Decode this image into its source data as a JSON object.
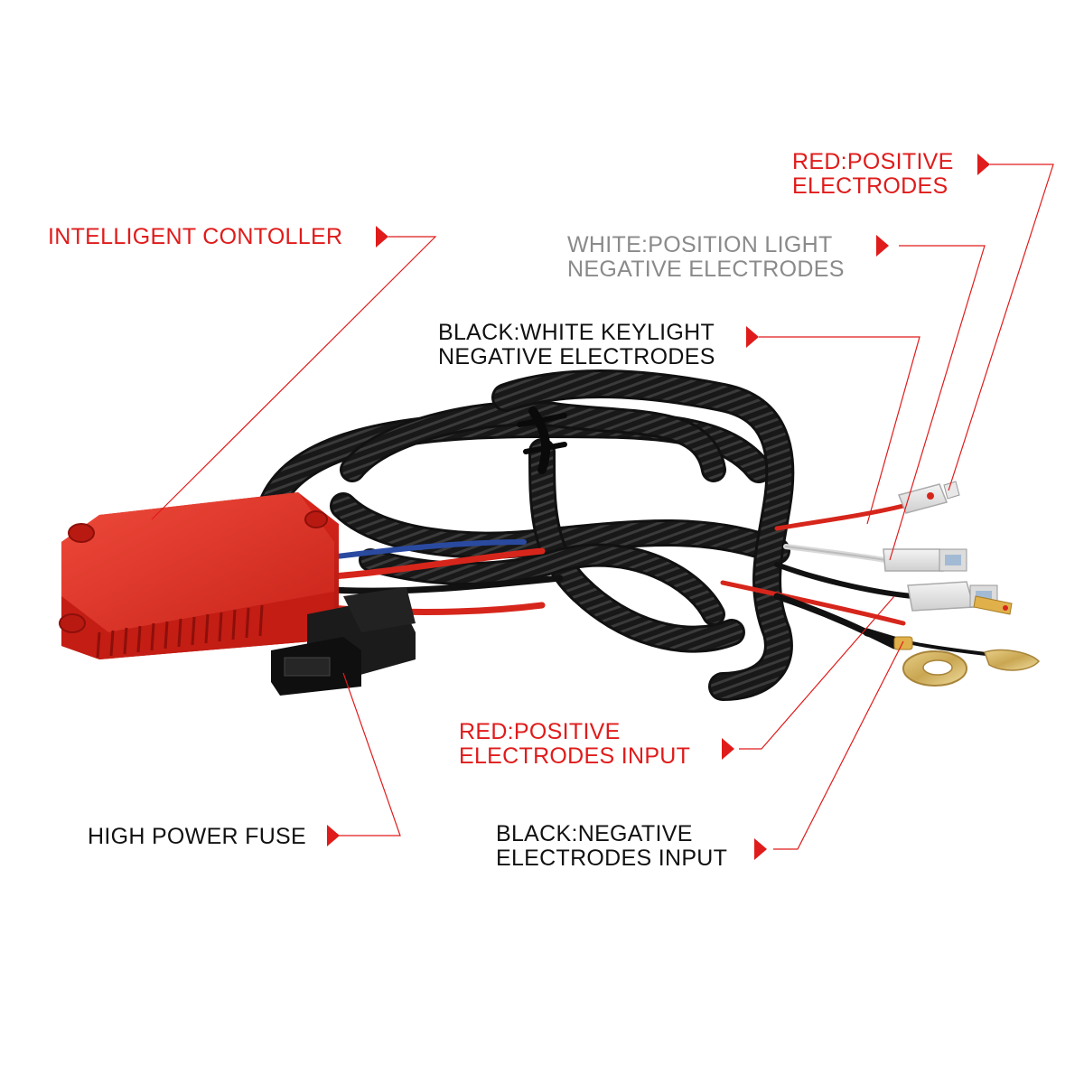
{
  "colors": {
    "accent_red": "#e01b1b",
    "label_black": "#111111",
    "label_gray": "#8a8a8a",
    "controller_red": "#e2342a",
    "cable_black": "#1a1a1a",
    "leader_line": "#e01b1b",
    "background": "#ffffff"
  },
  "labels": {
    "red_positive": [
      "RED:POSITIVE",
      "ELECTRODES"
    ],
    "intelligent_controller": [
      "INTELLIGENT CONTOLLER"
    ],
    "white_position": [
      "WHITE:POSITION LIGHT",
      "NEGATIVE ELECTRODES"
    ],
    "black_white_keylight": [
      "BLACK:WHITE KEYLIGHT",
      "NEGATIVE ELECTRODES"
    ],
    "red_positive_input": [
      "RED:POSITIVE",
      "ELECTRODES INPUT"
    ],
    "high_power_fuse": [
      "HIGH POWER FUSE"
    ],
    "black_negative_input": [
      "BLACK:NEGATIVE",
      "ELECTRODES INPUT"
    ]
  },
  "product_parts": [
    "intelligent-controller-box",
    "high-power-fuse-holder",
    "coiled-wiring-harness",
    "red-positive-spade-terminal",
    "white-spade-terminal",
    "black-spade-terminal",
    "red-bullet-terminal",
    "ring-terminal"
  ]
}
